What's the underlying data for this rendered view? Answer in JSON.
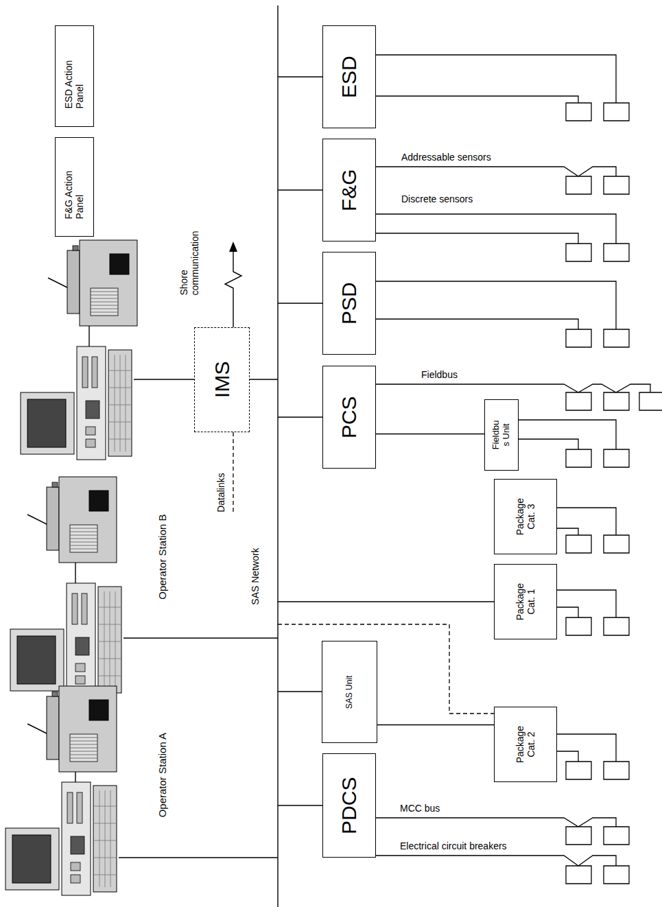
{
  "diagram": {
    "nodes": [
      {
        "text": [
          "ESD Action Panel"
        ]
      },
      {
        "text": [
          "F&G Action Panel"
        ]
      },
      {
        "text": [
          "IMS"
        ]
      },
      {
        "text": [
          "ESD"
        ]
      },
      {
        "text": [
          "F&G"
        ]
      },
      {
        "text": [
          "PSD"
        ]
      },
      {
        "text": [
          "PCS"
        ]
      },
      {
        "text": [
          "Fieldbu s Unit"
        ]
      },
      {
        "text": [
          "Package Cat. 3"
        ]
      },
      {
        "text": [
          "Package Cat. 1"
        ]
      },
      {
        "text": [
          "SAS Unit"
        ]
      },
      {
        "text": [
          "Package Cat. 2"
        ]
      },
      {
        "text": [
          "PDCS"
        ]
      }
    ],
    "edges": [
      {
        "from": 6,
        "to": 7,
        "arrow": "none"
      },
      {
        "from": 10,
        "to": 11,
        "arrow": "none"
      }
    ],
    "labels": [
      "Operator Station A",
      "Operator Station B",
      "SAS Network",
      "Shore communication",
      "Datalinks",
      "Addressable sensors",
      "Discrete sensors",
      "Fieldbus",
      "MCC bus",
      "Electrical circuit breakers"
    ]
  }
}
